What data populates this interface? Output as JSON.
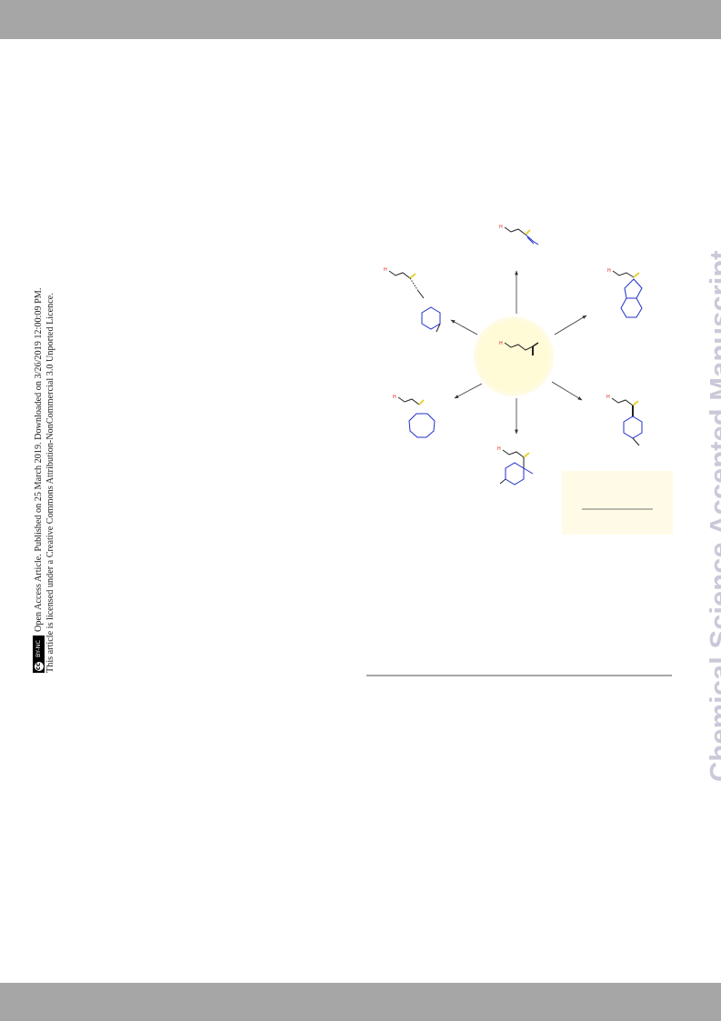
{
  "notice": {
    "line1": "Open Access Article. Published on 25 March 2019. Downloaded on 3/26/2019 12:00:09 PM.",
    "line2": "This article is licensed under a Creative Commons Attribution-NonCommercial 3.0 Unported Licence.",
    "badge_cc": "cc",
    "badge_label": "BY-NC"
  },
  "watermark": {
    "text": "Chemical Science Accepted Manuscript"
  },
  "scheme": {
    "hetero_label": "H",
    "colors": {
      "arrow": "#333333",
      "skeleton": "#222222",
      "hetero": "#e0201b",
      "product": "#1f2fc9",
      "highlight": "#e6d23a",
      "center_glow": "#fffbd6",
      "legend_box": "#fffbe6"
    }
  }
}
